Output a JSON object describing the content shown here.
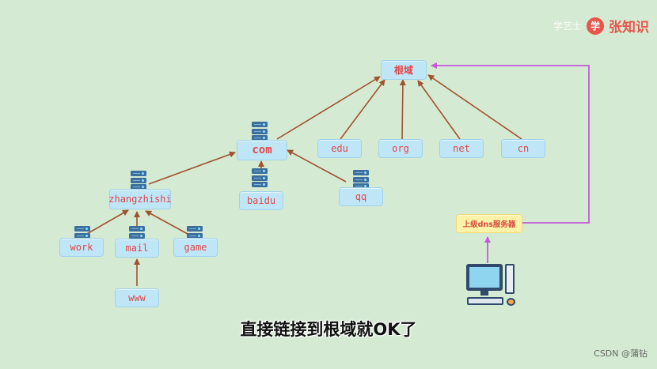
{
  "nodes": {
    "root": "根域",
    "com": "com",
    "edu": "edu",
    "org": "org",
    "net": "net",
    "cn": "cn",
    "zhangzhishi": "zhangzhishi",
    "baidu": "baidu",
    "qq": "qq",
    "work": "work",
    "mail": "mail",
    "game": "game",
    "www": "www",
    "dns_server": "上级dns服务器"
  },
  "logo": {
    "small": "学艺士",
    "badge": "学",
    "big": "张知识"
  },
  "subtitle": "直接链接到根域就OK了",
  "watermark": "CSDN @蒲钻",
  "colors": {
    "background": "#d5ead3",
    "node_fill": "#bfe6f7",
    "node_text": "#e0464a",
    "tree_arrow": "#a0522d",
    "dns_arrow": "#c45bd6",
    "dns_fill": "#fdf3a8"
  }
}
